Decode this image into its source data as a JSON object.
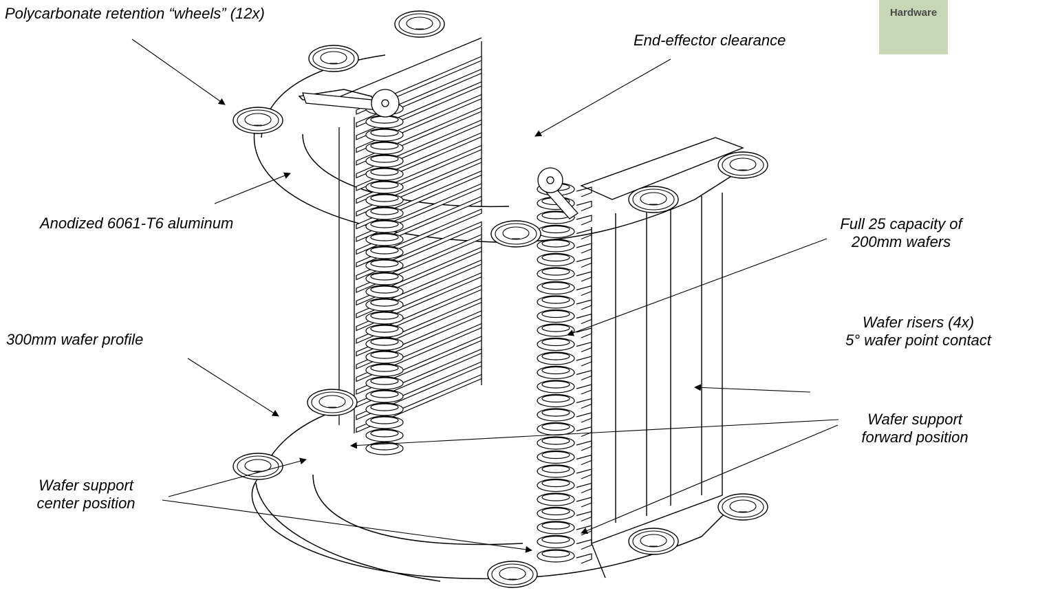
{
  "badge": {
    "text": "Hardware"
  },
  "callouts": {
    "retention_wheels": "Polycarbonate retention “wheels” (12x)",
    "end_effector": "End-effector clearance",
    "aluminum": "Anodized 6061-T6 aluminum",
    "capacity_line1": "Full 25 capacity of",
    "capacity_line2": "200mm wafers",
    "wafer_profile": "300mm wafer profile",
    "risers_line1": "Wafer risers (4x)",
    "risers_line2": "5° wafer point contact",
    "forward_line1": "Wafer support",
    "forward_line2": "forward position",
    "center_line1": "Wafer support",
    "center_line2": "center position"
  },
  "colors": {
    "line": "#000000",
    "badge_bg": "#c7d7b6",
    "badge_text": "#4a4a4a"
  }
}
